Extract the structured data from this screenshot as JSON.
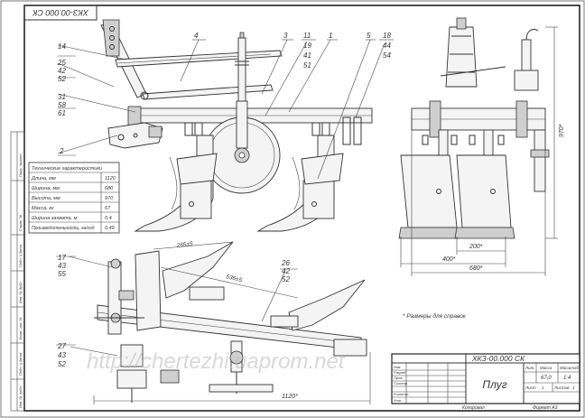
{
  "drawing": {
    "designation_stamp": "ХКЗ-00.000 СК",
    "title": "Плуг",
    "mass": "67,0",
    "scale": "1:4",
    "sheet": "1",
    "sheets": "1",
    "watermark": "http://chertezhi.uaprom.net",
    "note": "* Размеры для справок",
    "format_label": "Формат А3",
    "copied_label": "Копировал"
  },
  "tech_table": {
    "header": "Технические характеристики",
    "rows": [
      {
        "label": "Длина, мм",
        "value": "1120"
      },
      {
        "label": "Ширина, мм",
        "value": "680"
      },
      {
        "label": "Высота, мм",
        "value": "970"
      },
      {
        "label": "Масса, кг",
        "value": "67"
      },
      {
        "label": "Ширина захвата, м",
        "value": "0,4"
      },
      {
        "label": "Производительность, га/год",
        "value": "0,49"
      }
    ]
  },
  "leaders": {
    "front_top": [
      "4",
      "3",
      "11",
      "19",
      "41",
      "51",
      "1",
      "5",
      "18",
      "44",
      "54"
    ],
    "front_left_a": [
      "14"
    ],
    "front_left_b": [
      "25",
      "42",
      "52"
    ],
    "front_left_c": [
      "31",
      "58",
      "61"
    ],
    "front_left_d": [
      "2"
    ],
    "plan_left_a": [
      "17",
      "43",
      "55"
    ],
    "plan_mid": [
      "26",
      "42",
      "52"
    ],
    "plan_left_b": [
      "27",
      "43",
      "52"
    ]
  },
  "dimensions": {
    "side_width_total": "680*",
    "side_width_a": "400*",
    "side_width_b": "200*",
    "side_height": "970*",
    "plan_length": "1120*",
    "plan_diag_a": "265±5",
    "plan_diag_b": "536±5"
  },
  "title_block": {
    "cols_top": [
      "Лит.",
      "Масса",
      "Масштаб"
    ],
    "rows_left": [
      "Изм.",
      "Разраб.",
      "Пров.",
      "Т.контр.",
      "Н.контр.",
      "Утв."
    ],
    "sheet_label": "Лист",
    "sheets_label": "Листов"
  },
  "border_labels": {
    "left_strip": [
      "Перв. примен.",
      "Справ. №",
      "Подп. и дата",
      "Инв. № дубл.",
      "Взам. инв. №",
      "Подп. и дата",
      "Инв. № подл."
    ]
  }
}
